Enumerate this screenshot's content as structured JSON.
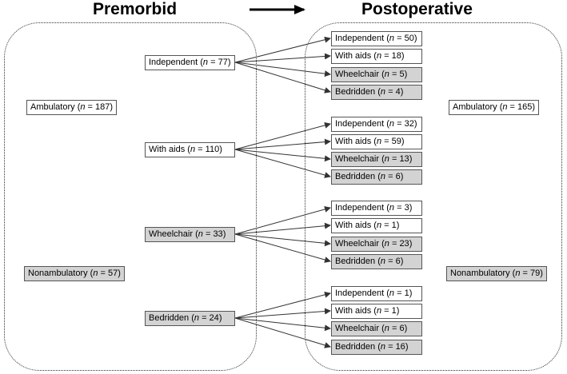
{
  "headings": {
    "left": "Premorbid",
    "right": "Postoperative"
  },
  "theme": {
    "box_fill": "#ffffff",
    "shaded_fill": "#d3d3d3",
    "border": "#555555",
    "arrow": "#333333"
  },
  "premorbid": {
    "ambulatory": {
      "name": "Ambulatory",
      "n": "187"
    },
    "nonambulatory": {
      "name": "Nonambulatory",
      "n": "57"
    },
    "categories": [
      {
        "name": "Independent",
        "n": "77",
        "shaded": false
      },
      {
        "name": "With aids",
        "n": "110",
        "shaded": false
      },
      {
        "name": "Wheelchair",
        "n": "33",
        "shaded": true
      },
      {
        "name": "Bedridden",
        "n": "24",
        "shaded": true
      }
    ]
  },
  "postoperative": {
    "ambulatory": {
      "name": "Ambulatory",
      "n": "165"
    },
    "nonambulatory": {
      "name": "Nonambulatory",
      "n": "79"
    },
    "groups": [
      {
        "from": "Independent",
        "outcomes": [
          {
            "name": "Independent",
            "n": "50",
            "shaded": false
          },
          {
            "name": "With aids",
            "n": "18",
            "shaded": false
          },
          {
            "name": "Wheelchair",
            "n": "5",
            "shaded": true
          },
          {
            "name": "Bedridden",
            "n": "4",
            "shaded": true
          }
        ]
      },
      {
        "from": "With aids",
        "outcomes": [
          {
            "name": "Independent",
            "n": "32",
            "shaded": false
          },
          {
            "name": "With aids",
            "n": "59",
            "shaded": false
          },
          {
            "name": "Wheelchair",
            "n": "13",
            "shaded": true
          },
          {
            "name": "Bedridden",
            "n": "6",
            "shaded": true
          }
        ]
      },
      {
        "from": "Wheelchair",
        "outcomes": [
          {
            "name": "Independent",
            "n": "3",
            "shaded": false
          },
          {
            "name": "With aids",
            "n": "1",
            "shaded": false
          },
          {
            "name": "Wheelchair",
            "n": "23",
            "shaded": true
          },
          {
            "name": "Bedridden",
            "n": "6",
            "shaded": true
          }
        ]
      },
      {
        "from": "Bedridden",
        "outcomes": [
          {
            "name": "Independent",
            "n": "1",
            "shaded": false
          },
          {
            "name": "With aids",
            "n": "1",
            "shaded": false
          },
          {
            "name": "Wheelchair",
            "n": "6",
            "shaded": true
          },
          {
            "name": "Bedridden",
            "n": "16",
            "shaded": true
          }
        ]
      }
    ]
  }
}
